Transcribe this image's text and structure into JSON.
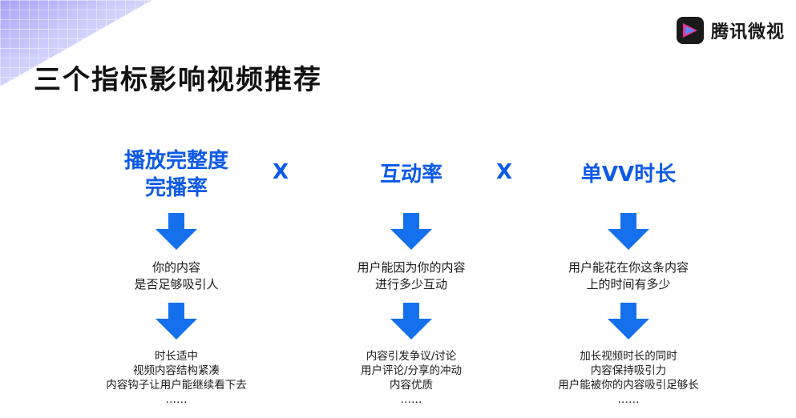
{
  "brand": {
    "name": "腾讯微视"
  },
  "title": "三个指标影响视频推荐",
  "operator": "X",
  "colors": {
    "accent": "#0c5ae8",
    "arrow": "#1570ee",
    "deco": "#5b55f0"
  },
  "columns": [
    {
      "heading": [
        "播放完整度",
        "完播率"
      ],
      "description": [
        "你的内容",
        "是否足够吸引人"
      ],
      "details": [
        "时长适中",
        "视频内容结构紧凑",
        "内容钩子让用户能继续看下去",
        "……"
      ]
    },
    {
      "heading": [
        "互动率"
      ],
      "description": [
        "用户能因为你的内容",
        "进行多少互动"
      ],
      "details": [
        "内容引发争议/讨论",
        "用户评论/分享的冲动",
        "内容优质",
        "……"
      ]
    },
    {
      "heading": [
        "单VV时长"
      ],
      "description": [
        "用户能花在你这条内容",
        "上的时间有多少"
      ],
      "details": [
        "加长视频时长的同时",
        "内容保持吸引力",
        "用户能被你的内容吸引足够长",
        "……"
      ]
    }
  ]
}
